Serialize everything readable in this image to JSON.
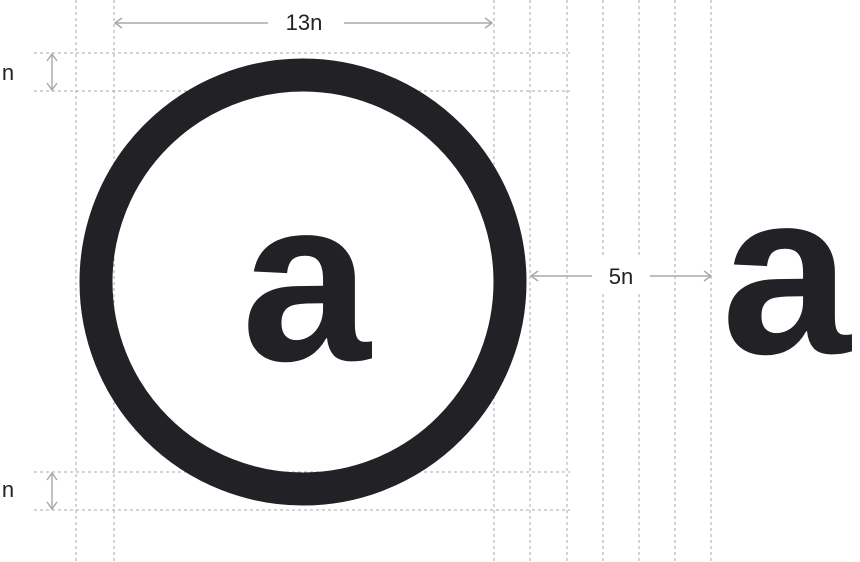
{
  "colors": {
    "mark": "#222226",
    "guide": "#a8a8a8",
    "background": "#ffffff"
  },
  "dimensions": {
    "logo_width": "13n",
    "top_margin": "n",
    "bottom_margin": "n",
    "gap": "5n"
  },
  "logo": {
    "letter": "a",
    "wordmark_letter": "a"
  }
}
